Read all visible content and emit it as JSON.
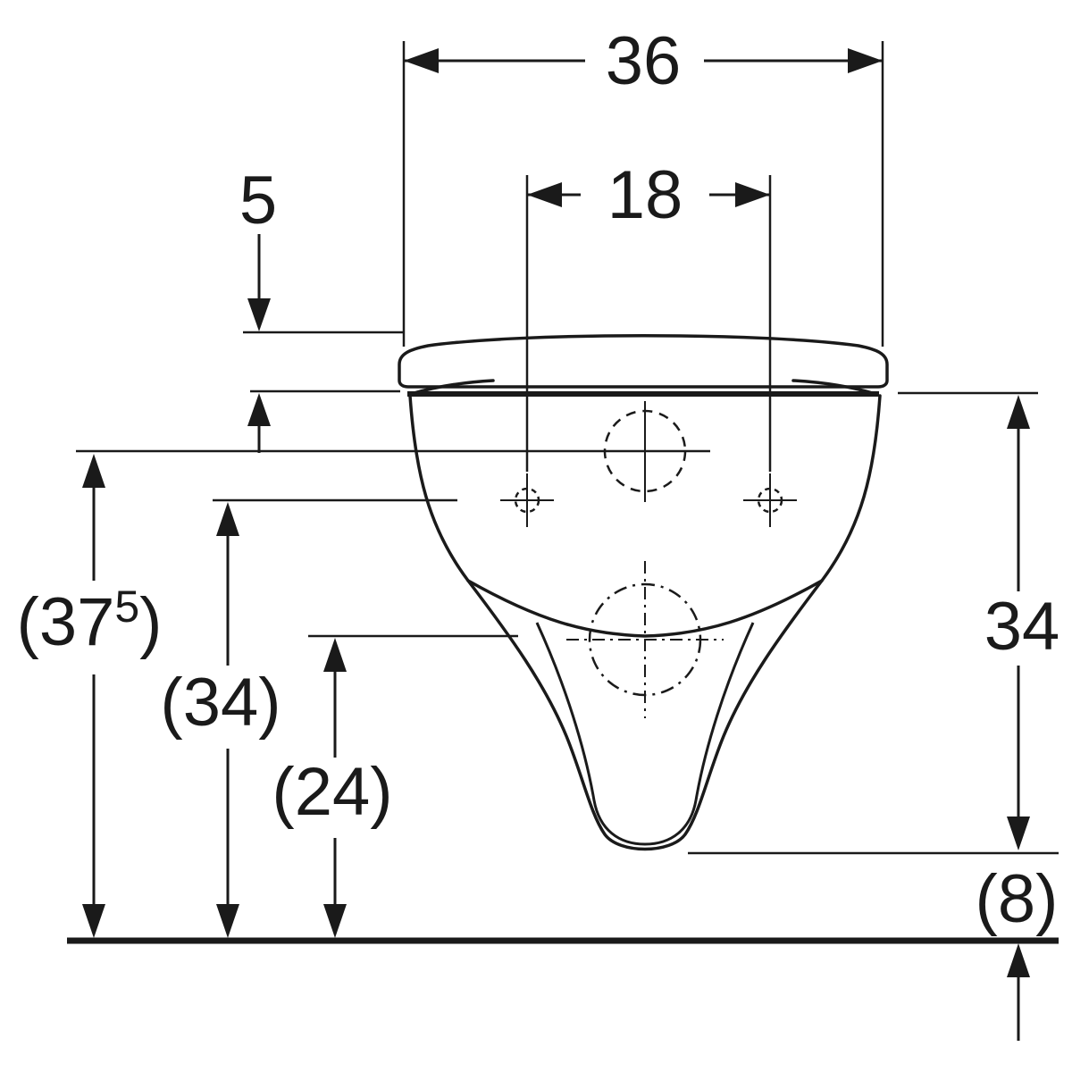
{
  "dims": {
    "width_top": "36",
    "hole_spacing": "18",
    "lid_offset": "5",
    "height_supply_prefix": "(37",
    "height_supply_sup": "5",
    "height_supply_suffix": ")",
    "height_holes": "(34)",
    "height_outlet": "(24)",
    "height_rim": "34",
    "height_bottom": "(8)"
  },
  "style": {
    "line_color": "#1a1a1a",
    "background_color": "#ffffff"
  }
}
